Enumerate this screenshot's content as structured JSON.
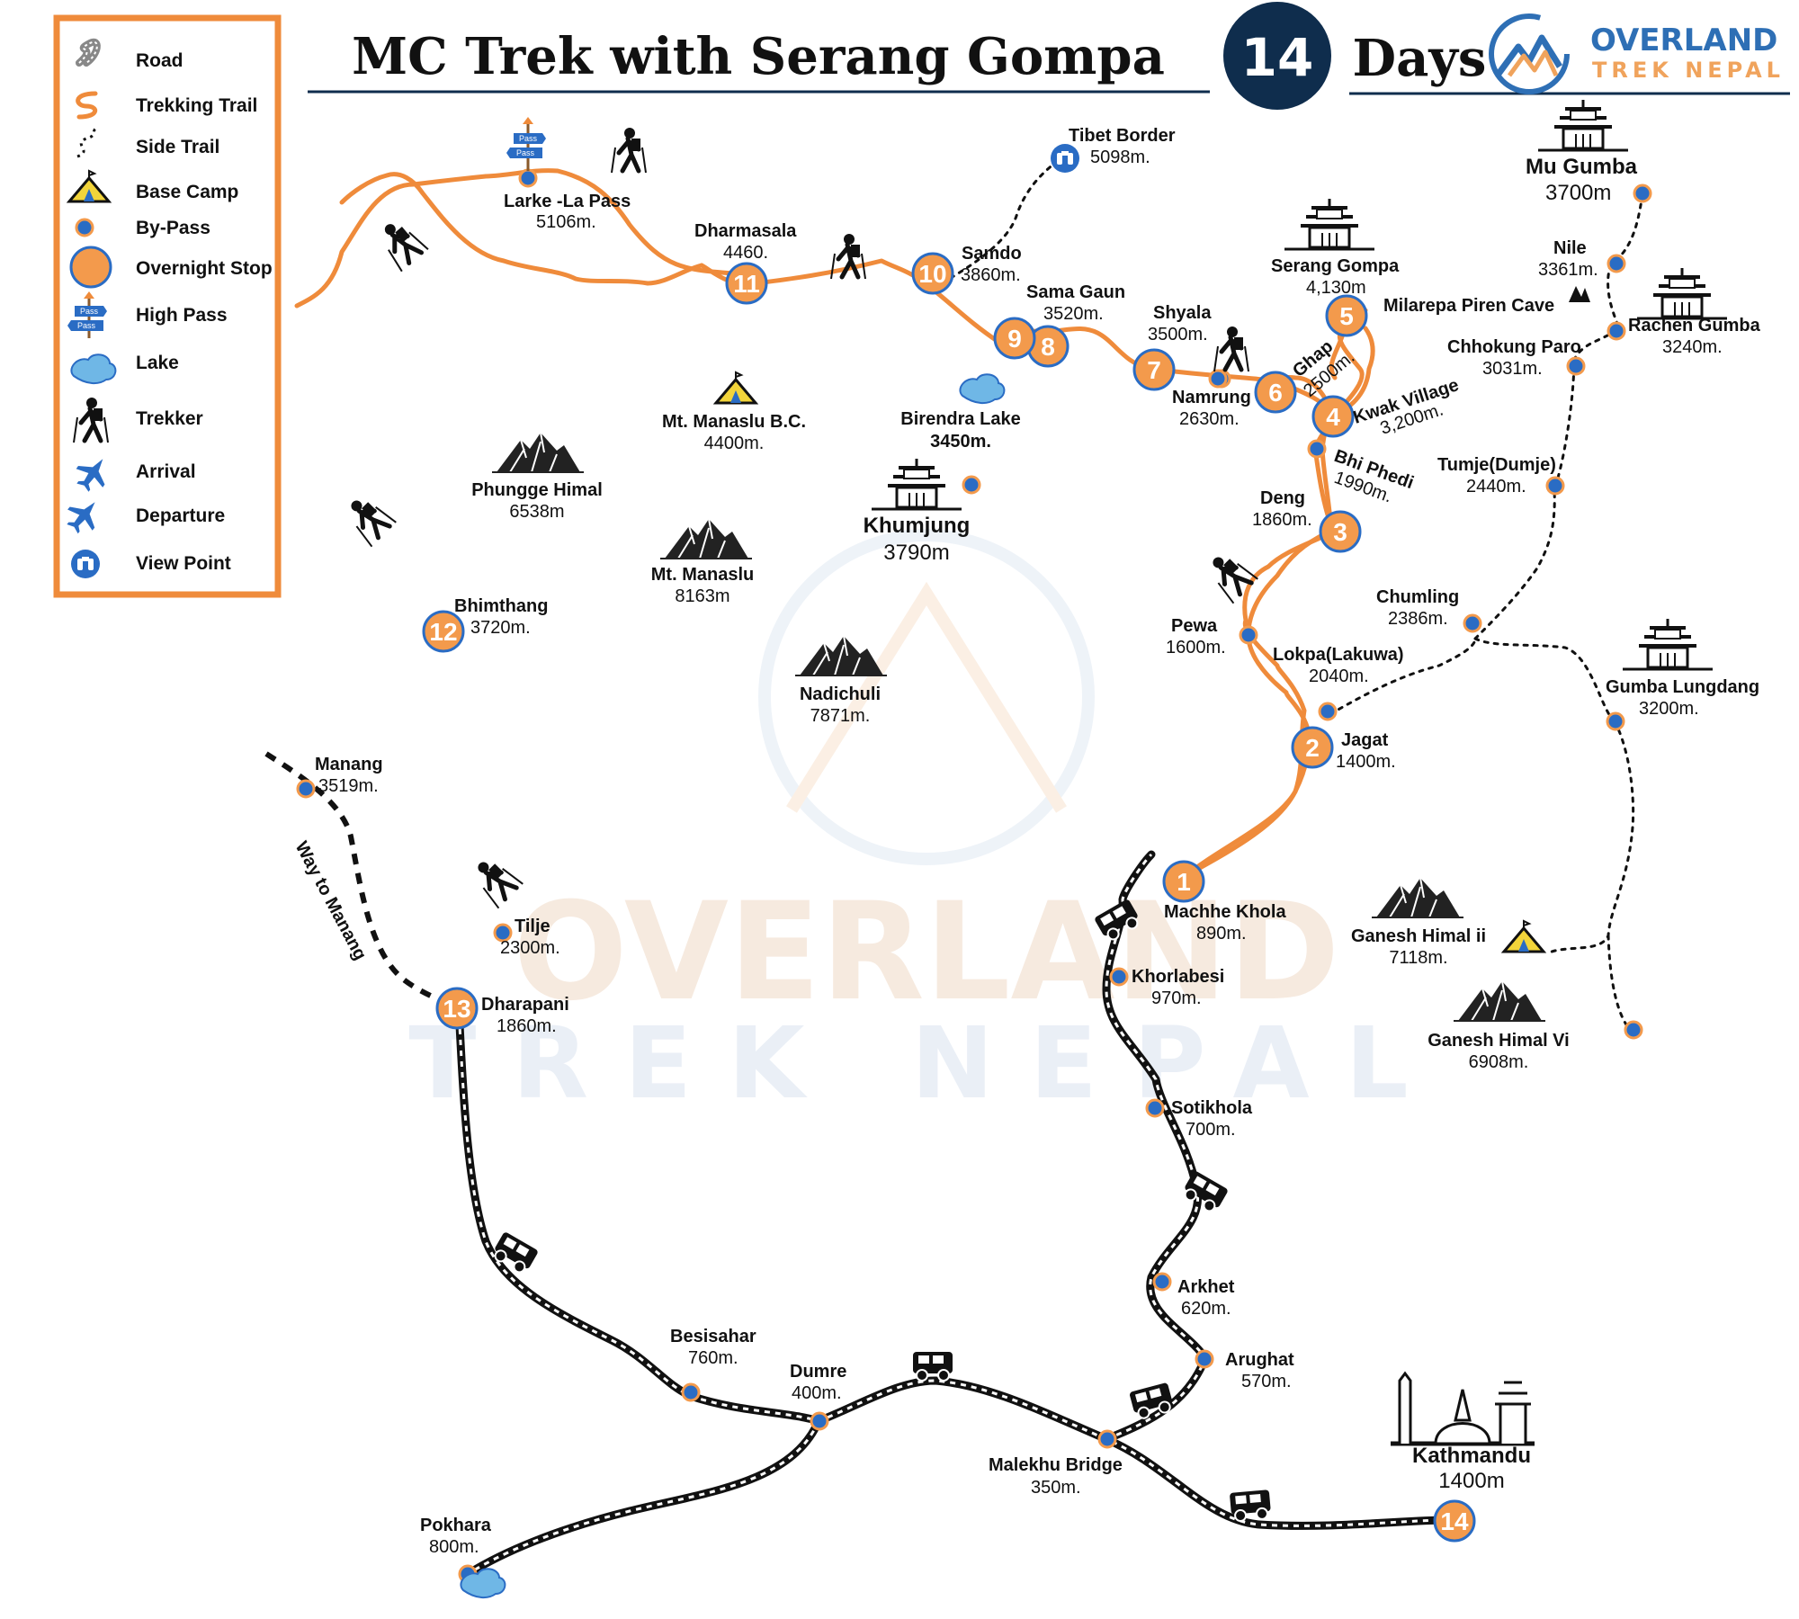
{
  "header": {
    "title": "MC  Trek with Serang Gompa",
    "days_number": "14",
    "days_label": "Days",
    "brand_line1": "OVERLAND",
    "brand_line2": "TREK NEPAL"
  },
  "watermark": {
    "line1": "OVERLAND",
    "line2": "TREK NEPAL"
  },
  "legend": {
    "items": [
      {
        "label": "Road",
        "icon": "road-icon"
      },
      {
        "label": "Trekking Trail",
        "icon": "trekking-trail-icon"
      },
      {
        "label": "Side Trail",
        "icon": "side-trail-icon"
      },
      {
        "label": "Base  Camp",
        "icon": "base-camp-icon"
      },
      {
        "label": "By-Pass",
        "icon": "bypass-dot-icon"
      },
      {
        "label": "Overnight Stop",
        "icon": "overnight-stop-icon"
      },
      {
        "label": "High Pass",
        "icon": "high-pass-icon"
      },
      {
        "label": "Lake",
        "icon": "lake-icon"
      },
      {
        "label": "Trekker",
        "icon": "trekker-icon"
      },
      {
        "label": "Arrival",
        "icon": "arrival-plane-icon"
      },
      {
        "label": "Departure",
        "icon": "departure-plane-icon"
      },
      {
        "label": "View Point",
        "icon": "binoculars-icon"
      }
    ],
    "pass_sign_text": "Pass"
  },
  "stops": [
    {
      "num": "1",
      "name": "Machhe Khola",
      "alt": "890m."
    },
    {
      "num": "2",
      "name": "Jagat",
      "alt": "1400m."
    },
    {
      "num": "3",
      "name": "Deng",
      "alt": "1860m."
    },
    {
      "num": "4",
      "name": "Kwak Village",
      "alt": "3,200m."
    },
    {
      "num": "5",
      "name": "Serang Gompa",
      "alt": "4,130m"
    },
    {
      "num": "6",
      "name": "Ghap",
      "alt": "2500m."
    },
    {
      "num": "7",
      "name": "Shyala",
      "alt": "3500m."
    },
    {
      "num": "8",
      "name": "Sama Gaun",
      "alt": "3520m."
    },
    {
      "num": "9",
      "name": "",
      "alt": ""
    },
    {
      "num": "10",
      "name": "Samdo",
      "alt": "3860m."
    },
    {
      "num": "11",
      "name": "Dharmasala",
      "alt": "4460."
    },
    {
      "num": "12",
      "name": "Bhimthang",
      "alt": "3720m."
    },
    {
      "num": "13",
      "name": "Dharapani",
      "alt": "1860m."
    },
    {
      "num": "14",
      "name": "Kathmandu",
      "alt": "1400m"
    }
  ],
  "bypass": [
    {
      "name": "Larke -La Pass",
      "alt": "5106m."
    },
    {
      "name": "Tibet Border",
      "alt": "5098m."
    },
    {
      "name": "Namrung",
      "alt": "2630m."
    },
    {
      "name": "Bhi Phedi",
      "alt": "1990m."
    },
    {
      "name": "Pewa",
      "alt": "1600m."
    },
    {
      "name": "Lokpa(Lakuwa)",
      "alt": "2040m."
    },
    {
      "name": "Khorlabesi",
      "alt": "970m."
    },
    {
      "name": "Sotikhola",
      "alt": "700m."
    },
    {
      "name": "Arkhet",
      "alt": "620m."
    },
    {
      "name": "Arughat",
      "alt": "570m."
    },
    {
      "name": "Malekhu Bridge",
      "alt": "350m."
    },
    {
      "name": "Dumre",
      "alt": "400m."
    },
    {
      "name": "Besisahar",
      "alt": "760m."
    },
    {
      "name": "Pokhara",
      "alt": "800m."
    },
    {
      "name": "Tilje",
      "alt": "2300m."
    },
    {
      "name": "Manang",
      "alt": "3519m."
    },
    {
      "name": "Mu Gumba",
      "alt": "3700m"
    },
    {
      "name": "Nile",
      "alt": "3361m."
    },
    {
      "name": "Rachen Gumba",
      "alt": "3240m."
    },
    {
      "name": "Chhokung Paro",
      "alt": "3031m."
    },
    {
      "name": "Tumje(Dumje)",
      "alt": "2440m."
    },
    {
      "name": "Chumling",
      "alt": "2386m."
    },
    {
      "name": "Gumba Lungdang",
      "alt": "3200m."
    },
    {
      "name": "Khumjung",
      "alt": "3790m"
    },
    {
      "name": "Milarepa Piren Cave",
      "alt": ""
    }
  ],
  "landmarks": [
    {
      "name": "Mt. Manaslu B.C.",
      "alt": "4400m."
    },
    {
      "name": "Birendra Lake",
      "alt": "3450m."
    },
    {
      "name": "Phungge Himal",
      "alt": "6538m"
    },
    {
      "name": "Mt. Manaslu",
      "alt": "8163m"
    },
    {
      "name": "Nadichuli",
      "alt": "7871m."
    },
    {
      "name": "Ganesh Himal ii",
      "alt": "7118m."
    },
    {
      "name": "Ganesh Himal Vi",
      "alt": "6908m."
    }
  ],
  "way_to_manang": "Way to Manang",
  "colors": {
    "trail": "#ef8b3b",
    "stop_fill": "#f39a4c",
    "dot": "#2a6cc4",
    "navy": "#0f2d4d",
    "brand_blue": "#2e6fb5"
  }
}
